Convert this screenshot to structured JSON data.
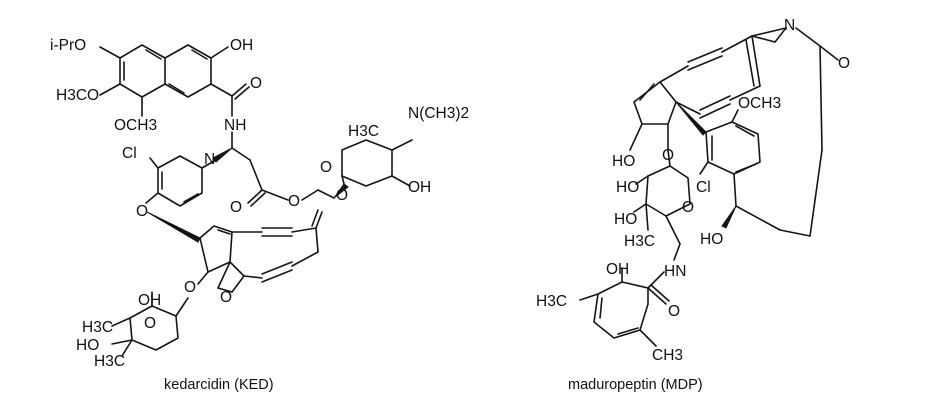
{
  "figure": {
    "molecules": [
      {
        "caption": "kedarcidin (KED)",
        "labels": [
          "i-PrO",
          "OH",
          "O",
          "H3CO",
          "NH",
          "OCH3",
          "Cl",
          "N",
          "H3C",
          "N(CH3)2",
          "O",
          "OH",
          "O",
          "O",
          "O",
          "O",
          "O",
          "O",
          "OH",
          "H3C",
          "O",
          "HO",
          "H3C"
        ]
      },
      {
        "caption": "maduropeptin (MDP)",
        "labels": [
          "N",
          "O",
          "OCH3",
          "HO",
          "O",
          "HO",
          "Cl",
          "HO",
          "O",
          "H3C",
          "HO",
          "HN",
          "OH",
          "H3C",
          "O",
          "CH3"
        ]
      }
    ]
  }
}
